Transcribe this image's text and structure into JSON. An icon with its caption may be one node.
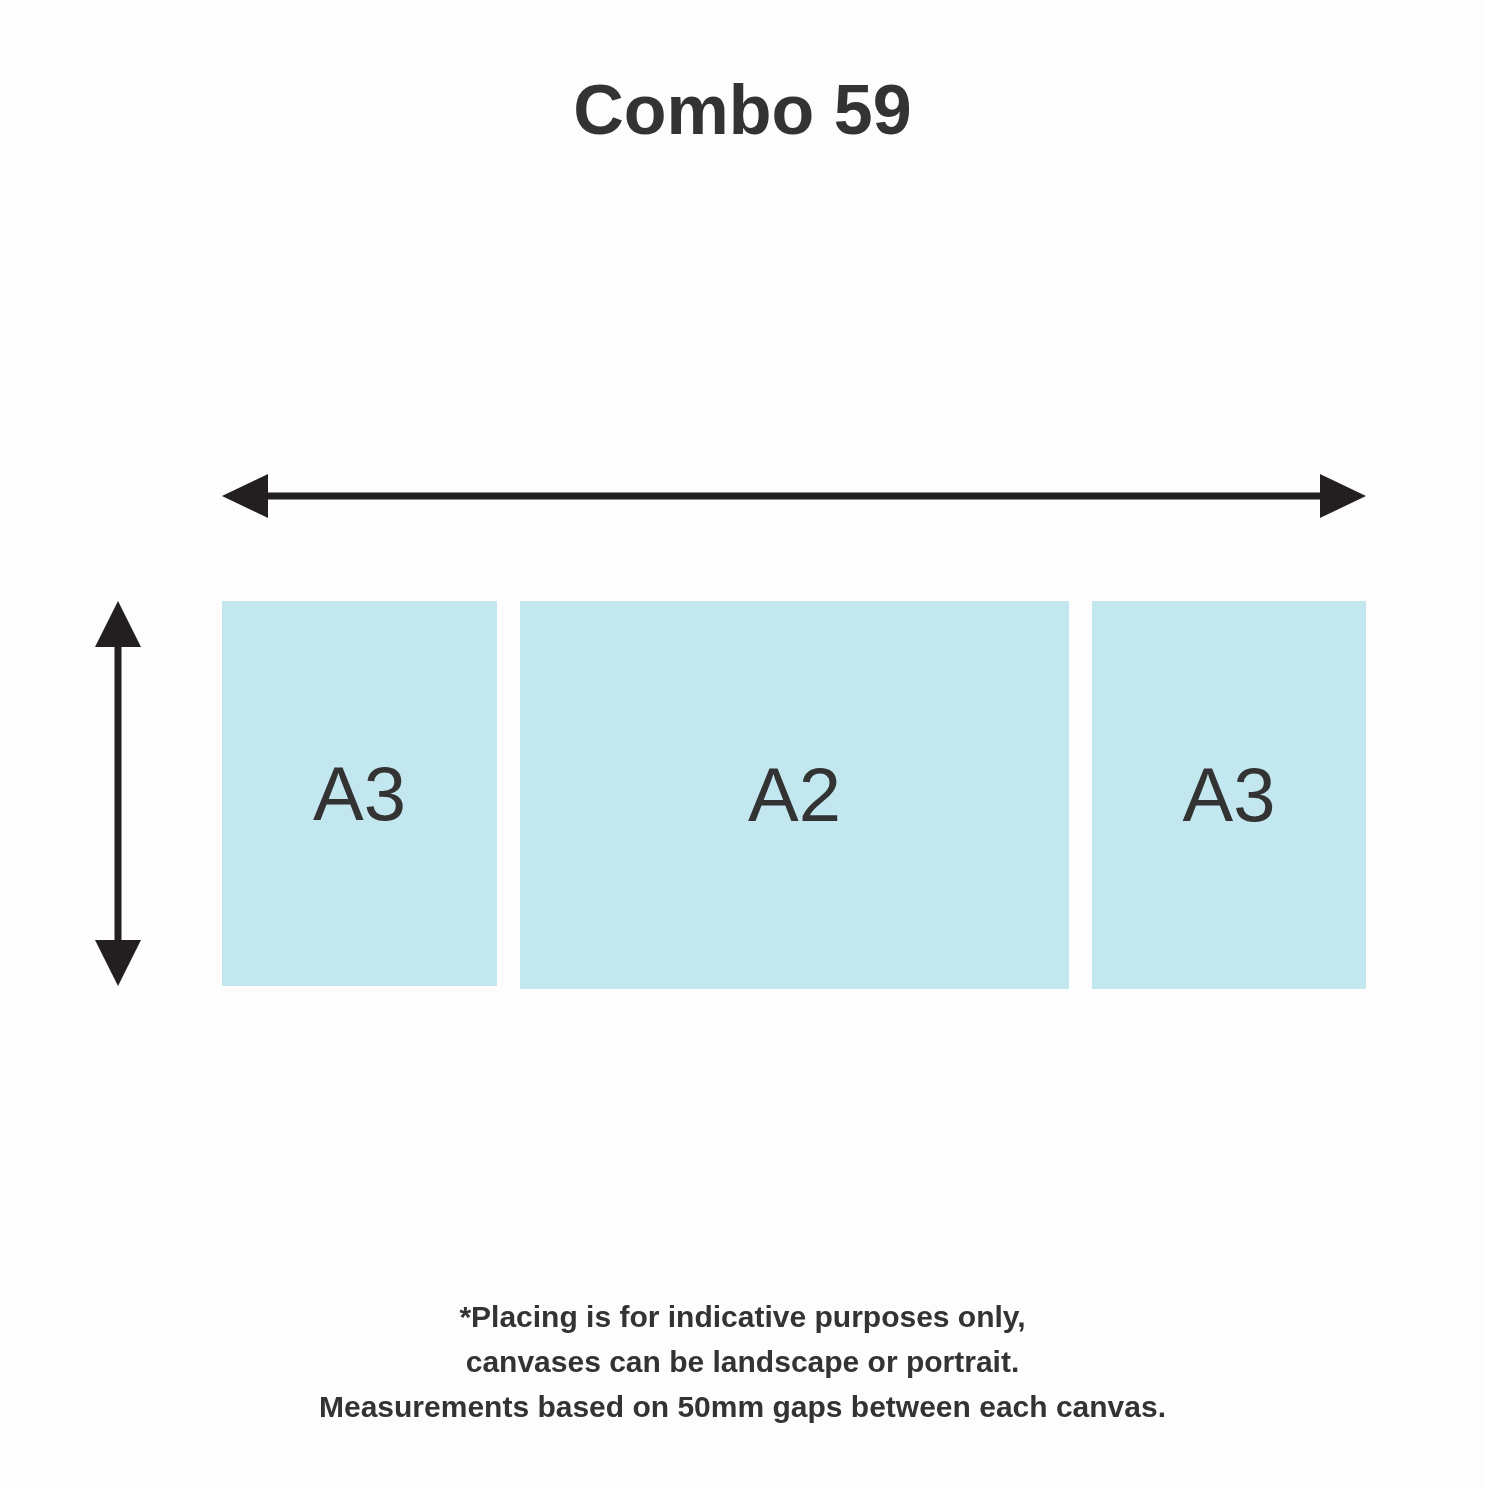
{
  "diagram": {
    "title": "Combo 59",
    "nodes": [
      {
        "text": [
          "A3"
        ]
      },
      {
        "text": [
          "A2"
        ]
      },
      {
        "text": [
          "A3"
        ]
      }
    ],
    "labels": [
      "*Placing is for indicative purposes only, canvases can be landscape or portrait.",
      "Measurements based on 50mm gaps between each canvas."
    ]
  }
}
